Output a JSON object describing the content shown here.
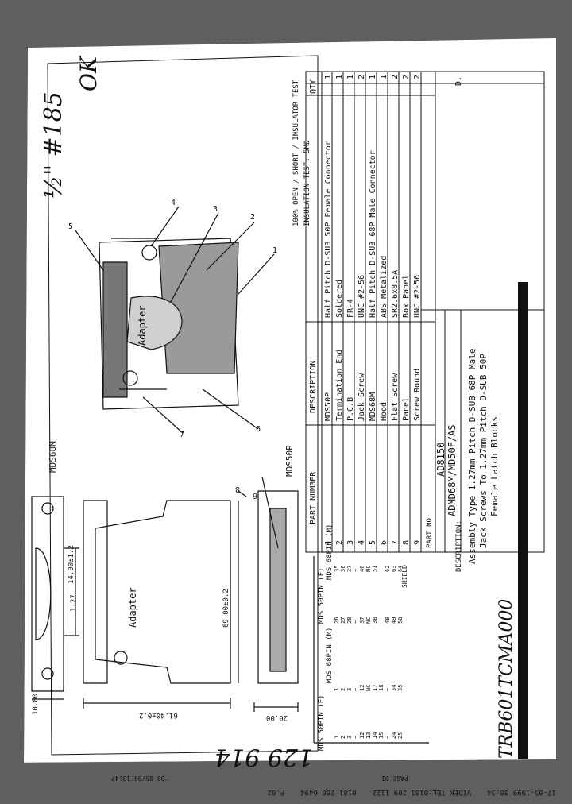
{
  "fax_header": {
    "date_time": "17-05-1999 08:34",
    "sender": "VIDEK TEL:0181 209 1122",
    "fax_line": "0181 200 6494",
    "tx_stamp": "P.02",
    "stamp2": "PAGE 01",
    "stamp3": "'08 05/99 13:47"
  },
  "handwriting": {
    "top_note": "½\" #185",
    "corner_mark": "OK",
    "bottom_number": "129 914",
    "part_code": "TRB601TCMA000"
  },
  "test_notes": [
    "100% OPEN / SHORT / INSULATOR TEST",
    "INSULATION TEST: 5MΩ"
  ],
  "drawing": {
    "label_top": "MDS68M",
    "label_bottom": "MDS50P",
    "adapter_label": "Adapter",
    "dims": {
      "pitch": "1.27",
      "w1": "14.00±1.2",
      "w2": "61.40±0.2",
      "h1": "10.80",
      "h2": "69.00±0.2",
      "h3": "20.00"
    },
    "callouts": [
      "1",
      "2",
      "3",
      "4",
      "5",
      "6",
      "7",
      "8",
      "9"
    ]
  },
  "pin_table": {
    "headers": [
      "MDS 50PIN (F)",
      "MDS 68PIN (M)",
      "MDS 50PIN (F)",
      "MDS 68PIN (M)"
    ],
    "col1": [
      "1",
      "2",
      "3",
      "~",
      "12",
      "13",
      "14",
      "15",
      "~",
      "24",
      "25"
    ],
    "col2": [
      "1",
      "2",
      "3",
      "~",
      "12",
      "NC",
      "17",
      "18",
      "~",
      "34",
      "35"
    ],
    "col3": [
      "26",
      "27",
      "28",
      "~",
      "37",
      "NC",
      "38",
      "~",
      "48",
      "49",
      "50"
    ],
    "col4": [
      "35",
      "36",
      "37",
      "~",
      "46",
      "NC",
      "51",
      "~",
      "62",
      "63",
      "64"
    ],
    "shield": "SHIELD"
  },
  "bom": {
    "headers": [
      "PART NUMBER",
      "DESCRIPTION",
      "QTY"
    ],
    "rows": [
      {
        "no": "1",
        "part": "MDS50P",
        "desc": "Half Pitch D-SUB 50P Female Connector",
        "qty": "1"
      },
      {
        "no": "2",
        "part": "Termination End",
        "desc": "Soldered",
        "qty": "1"
      },
      {
        "no": "3",
        "part": "P.C.B",
        "desc": "FR-4",
        "qty": "1"
      },
      {
        "no": "4",
        "part": "Jack Screw",
        "desc": "UNC #2-56",
        "qty": "2"
      },
      {
        "no": "5",
        "part": "MDS68M",
        "desc": "Half Pitch D-SUB 68P Male Connector",
        "qty": "1"
      },
      {
        "no": "6",
        "part": "Hood",
        "desc": "ABS Metalized",
        "qty": "1"
      },
      {
        "no": "7",
        "part": "Flat Screw",
        "desc": "SR2.6x8.5A",
        "qty": "2"
      },
      {
        "no": "8",
        "part": "Panel",
        "desc": "Box Panel",
        "qty": "2"
      },
      {
        "no": "9",
        "part": "Screw Round",
        "desc": "UNC #2-56",
        "qty": "2"
      }
    ],
    "part_no_label": "PART NO:",
    "part_no_values": [
      "AD8150",
      "ADMD68M/MD50F/AS"
    ],
    "description_label": "DESCRIPTION:",
    "description_lines": [
      "Assembly Type 1.27mm Pitch D-SUB 68P Male",
      "Jack Screws To 1.27mm Pitch D-SUB 50P",
      "Female Latch Blocks"
    ],
    "corner": "D."
  }
}
